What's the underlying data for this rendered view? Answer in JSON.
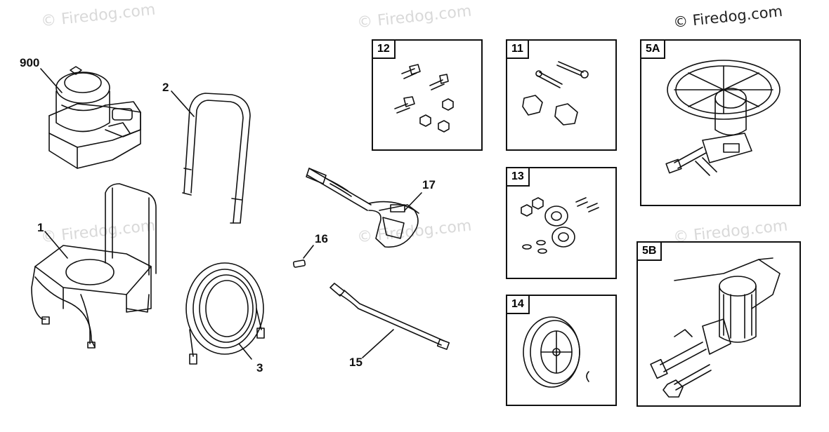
{
  "watermark": {
    "text": "© Firedog.com"
  },
  "parts": [
    {
      "number": "900"
    },
    {
      "number": "1"
    },
    {
      "number": "2"
    },
    {
      "number": "3"
    },
    {
      "number": "15"
    },
    {
      "number": "16"
    },
    {
      "number": "17"
    }
  ],
  "boxes": [
    {
      "number": "12"
    },
    {
      "number": "11"
    },
    {
      "number": "13"
    },
    {
      "number": "14"
    },
    {
      "number": "5A"
    },
    {
      "number": "5B"
    }
  ]
}
